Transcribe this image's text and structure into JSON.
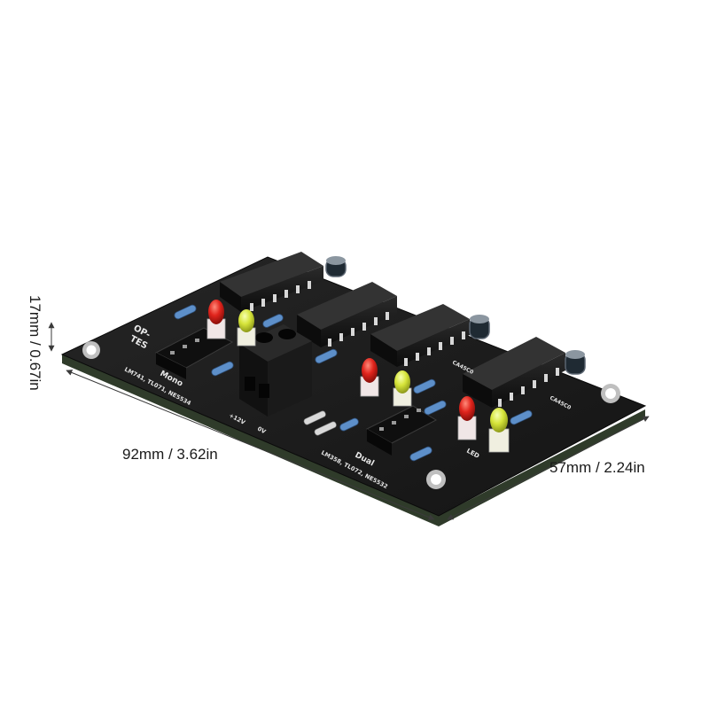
{
  "dimensions": {
    "length": "92mm / 3.62in",
    "width": "57mm / 2.24in",
    "height": "17mm / 0.67in"
  },
  "board": {
    "title_partial": "OP-",
    "title_partial_2": "TES",
    "mono_label": "Mono",
    "mono_parts": "LM741, TL071, NE5534",
    "dual_label": "Dual",
    "dual_parts": "LM358, TL072, NE5532",
    "power_plus": "+12V",
    "power_zero": "0V",
    "led_label": "LED",
    "chip_label_1": "CA45C0",
    "chip_label_2": "CA45C0"
  },
  "colors": {
    "pcb": "#1c1c1c",
    "pcb_edge": "#2f3b2a",
    "chip": "#151515",
    "led_red": "#e0241c",
    "led_yellow": "#d6e43a",
    "resistor": "#5d8fc9",
    "terminal": "#111111",
    "arrow": "#3a3a3a"
  }
}
